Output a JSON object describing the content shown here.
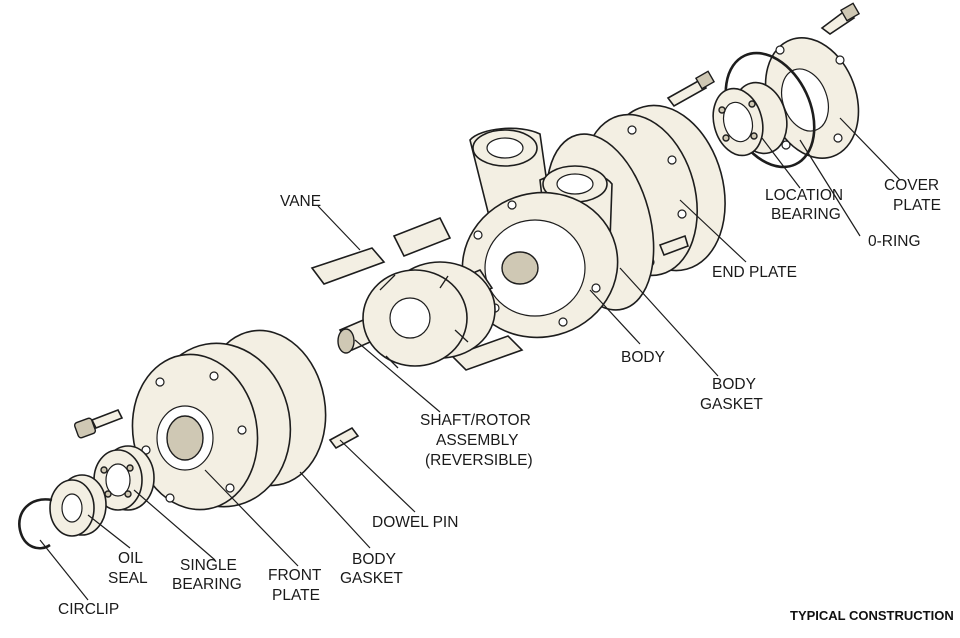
{
  "diagram": {
    "caption": "TYPICAL CONSTRUCTION",
    "labels": {
      "vane": "VANE",
      "cover_plate_1": "COVER",
      "cover_plate_2": "PLATE",
      "location_bearing_1": "LOCATION",
      "location_bearing_2": "BEARING",
      "o_ring": "0-RING",
      "end_plate": "END PLATE",
      "body": "BODY",
      "body_gasket_top_1": "BODY",
      "body_gasket_top_2": "GASKET",
      "shaft_rotor_1": "SHAFT/ROTOR",
      "shaft_rotor_2": "ASSEMBLY",
      "shaft_rotor_3": "(REVERSIBLE)",
      "dowel_pin": "DOWEL PIN",
      "oil_seal_1": "OIL",
      "oil_seal_2": "SEAL",
      "single_bearing_1": "SINGLE",
      "single_bearing_2": "BEARING",
      "front_plate_1": "FRONT",
      "front_plate_2": "PLATE",
      "body_gasket_bottom_1": "BODY",
      "body_gasket_bottom_2": "GASKET",
      "circlip": "CIRCLIP"
    }
  }
}
